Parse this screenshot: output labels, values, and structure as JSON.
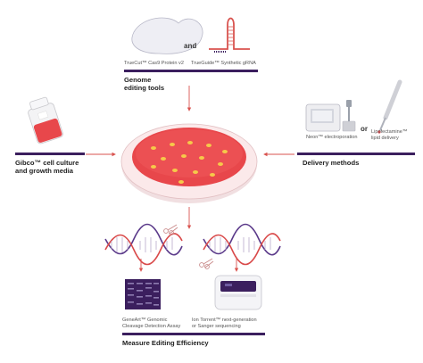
{
  "genome": {
    "protein_label": "TrueCut™ Cas9 Protein v2",
    "and_label": "and",
    "grna_label": "TrueGuide™ Synthetic gRNA",
    "title_line1": "Genome",
    "title_line2": "editing tools"
  },
  "culture": {
    "title_line1": "Gibco™ cell culture",
    "title_line2": "and growth media"
  },
  "delivery": {
    "neon_label": "Neon™ electroporation",
    "or_label": "or",
    "lipo_line1": "Lipofectamine™",
    "lipo_line2": "lipid delivery",
    "title": "Delivery methods"
  },
  "efficiency": {
    "geneart_line1": "GeneArt™ Genomic",
    "geneart_line2": "Cleavage Detection Assay",
    "iontorrent_line1": "Ion Torrent™ next-generation",
    "iontorrent_line2": "or Sanger sequencing",
    "title": "Measure Editing Efficiency"
  },
  "colors": {
    "accent_purple": "#3b1f5e",
    "arrow_red": "#d9534f",
    "dish_red": "#e8474b",
    "colony_yellow": "#f6c94a",
    "dna_purple": "#5b3a8a",
    "dna_red": "#d94a4a"
  }
}
